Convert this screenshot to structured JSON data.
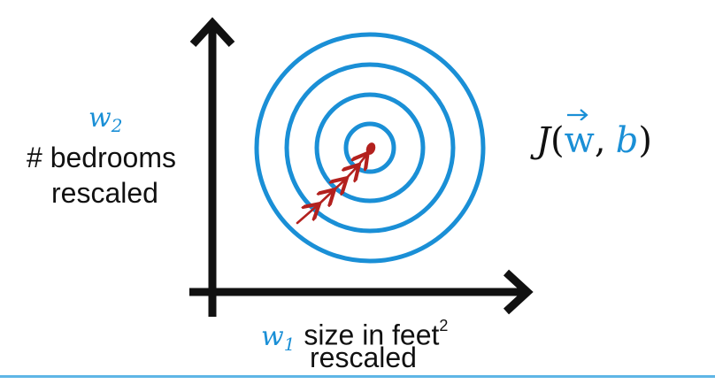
{
  "diagram": {
    "y_axis": {
      "variable_base": "w",
      "variable_subscript": "2",
      "label_line1": "# bedrooms",
      "label_line2": "rescaled"
    },
    "x_axis": {
      "variable_base": "w",
      "variable_subscript": "1",
      "label_line1": "size in feet",
      "label_superscript": "2",
      "label_line2": "rescaled"
    },
    "cost_function": {
      "name": "J",
      "open": "(",
      "vector": "w",
      "comma": ",",
      "bias": "b",
      "close": ")"
    },
    "contour_count": 4,
    "colors": {
      "axis": "#111111",
      "contour": "#1a8fd6",
      "path": "#b3211e",
      "variable": "#1a8fd6"
    }
  }
}
